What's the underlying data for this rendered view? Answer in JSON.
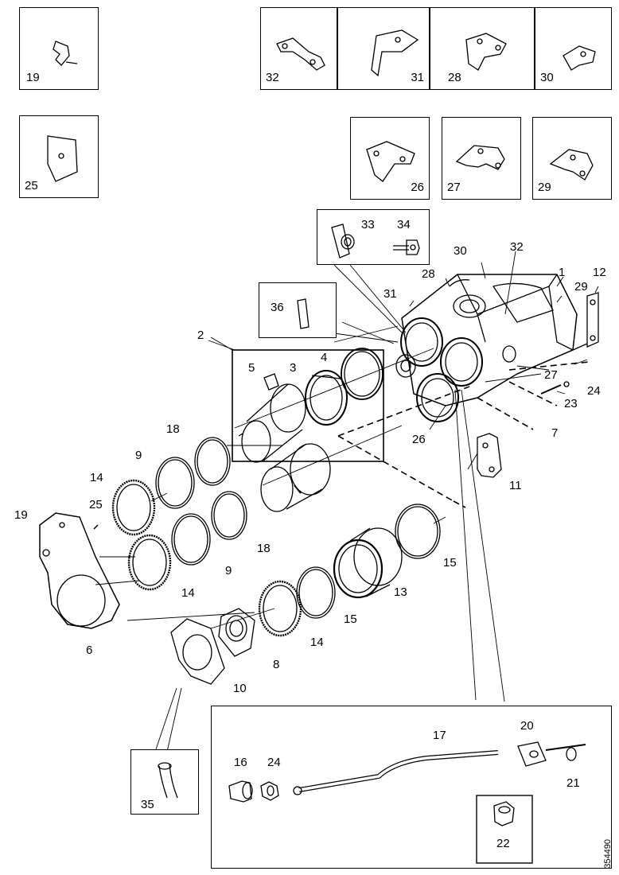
{
  "drawing_number": "354490",
  "inset_boxes": {
    "box_19": "19",
    "box_32": "32",
    "box_31": "31",
    "box_28": "28",
    "box_30": "30",
    "box_25": "25",
    "box_26": "26",
    "box_27": "27",
    "box_29": "29",
    "box_33_34": [
      "33",
      "34"
    ],
    "box_36": "36",
    "box_35": "35",
    "box_22": "22"
  },
  "callouts": {
    "c1": "1",
    "c2": "2",
    "c3": "3",
    "c4": "4",
    "c5": "5",
    "c6": "6",
    "c7": "7",
    "c8": "8",
    "c9a": "9",
    "c9b": "9",
    "c10": "10",
    "c11": "11",
    "c12": "12",
    "c13": "13",
    "c14a": "14",
    "c14b": "14",
    "c14c": "14",
    "c15a": "15",
    "c15b": "15",
    "c18a": "18",
    "c18b": "18",
    "c19": "19",
    "c23": "23",
    "c24": "24",
    "c25": "25",
    "c26": "26",
    "c27": "27",
    "c28": "28",
    "c29": "29",
    "c30": "30",
    "c31": "31",
    "c32": "32"
  },
  "detail_callouts": {
    "c16": "16",
    "c17": "17",
    "c20": "20",
    "c21": "21",
    "c24d": "24"
  }
}
